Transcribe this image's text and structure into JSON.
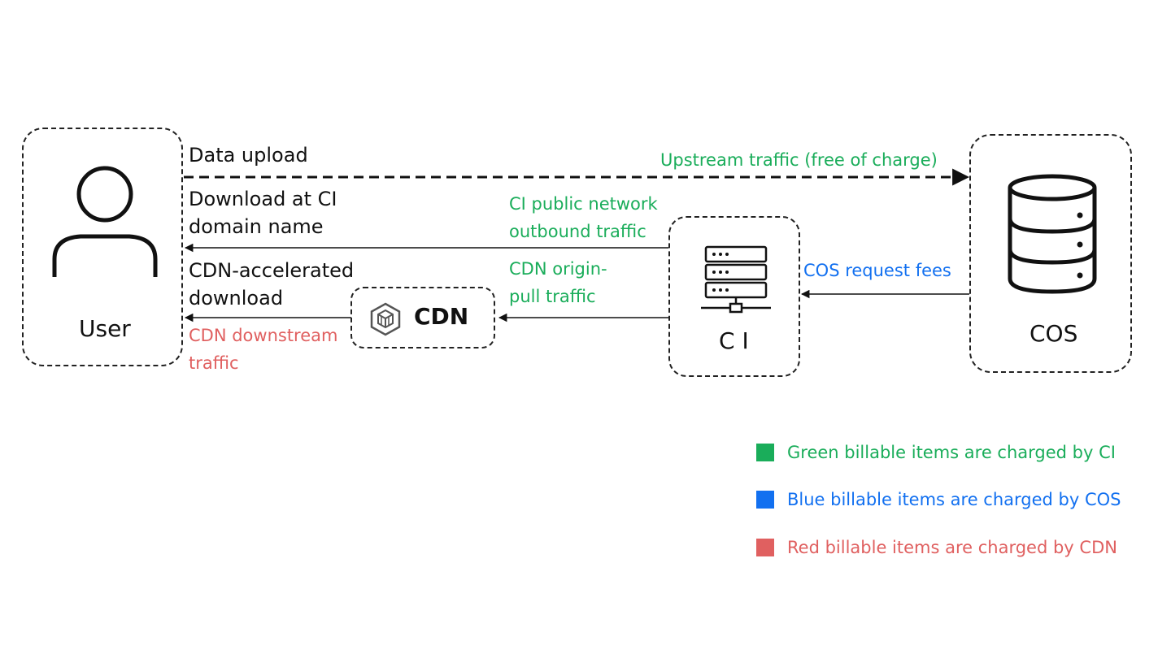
{
  "nodes": {
    "user": {
      "label": "User"
    },
    "cdn": {
      "label": "CDN"
    },
    "ci": {
      "label": "C I"
    },
    "cos": {
      "label": "COS"
    }
  },
  "flows": {
    "data_upload": "Data upload",
    "upstream_traffic": "Upstream traffic (free of charge)",
    "download_ci_line1": "Download at CI",
    "download_ci_line2": "domain name",
    "ci_public_line1": "CI public network",
    "ci_public_line2": "outbound traffic",
    "cdn_accel_line1": "CDN-accelerated",
    "cdn_accel_line2": "download",
    "cdn_origin_line1": "CDN origin-",
    "cdn_origin_line2": "pull traffic",
    "cdn_downstream_line1": "CDN downstream",
    "cdn_downstream_line2": "traffic",
    "cos_request_fees": "COS request fees"
  },
  "legend": [
    {
      "text": "Green billable items are charged by CI",
      "color": "#1aad5a"
    },
    {
      "text": "Blue billable items are charged by COS",
      "color": "#1270f0"
    },
    {
      "text": "Red billable items are charged by CDN",
      "color": "#e06060"
    }
  ],
  "colors": {
    "green": "#1aad5a",
    "blue": "#1270f0",
    "red": "#e06060"
  }
}
